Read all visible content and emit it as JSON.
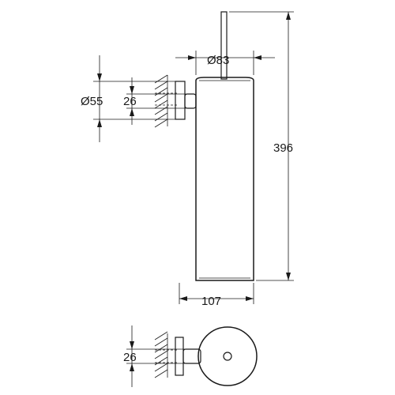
{
  "dimensions": {
    "cup_diameter": "Ø83",
    "rosette_diameter": "Ø55",
    "wall_projection_side": "26",
    "total_height": "396",
    "total_depth": "107",
    "wall_projection_top": "26"
  }
}
